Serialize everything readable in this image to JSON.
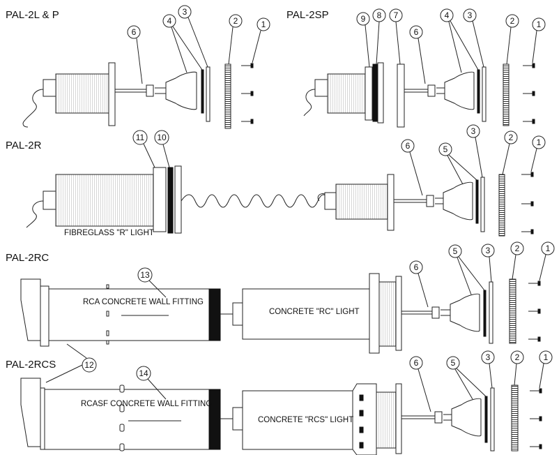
{
  "titles": {
    "pal_2l_p": "PAL-2L & P",
    "pal_2sp": "PAL-2SP",
    "pal_2r": "PAL-2R",
    "pal_2rc": "PAL-2RC",
    "pal_2rcs": "PAL-2RCS"
  },
  "captions": {
    "fibreglass_r": "FIBREGLASS \"R\" LIGHT",
    "rca_fitting": "RCA CONCRETE WALL FITTING",
    "concrete_rc": "CONCRETE \"RC\" LIGHT",
    "rcasf_fitting": "RCASF CONCRETE WALL FITTING",
    "concrete_rcs": "CONCRETE \"RCS\" LIGHT"
  },
  "callouts": {
    "n1": "1",
    "n2": "2",
    "n3": "3",
    "n4": "4",
    "n5": "5",
    "n6": "6",
    "n7": "7",
    "n8": "8",
    "n9": "9",
    "n10": "10",
    "n11": "11",
    "n12": "12",
    "n13": "13",
    "n14": "14"
  }
}
